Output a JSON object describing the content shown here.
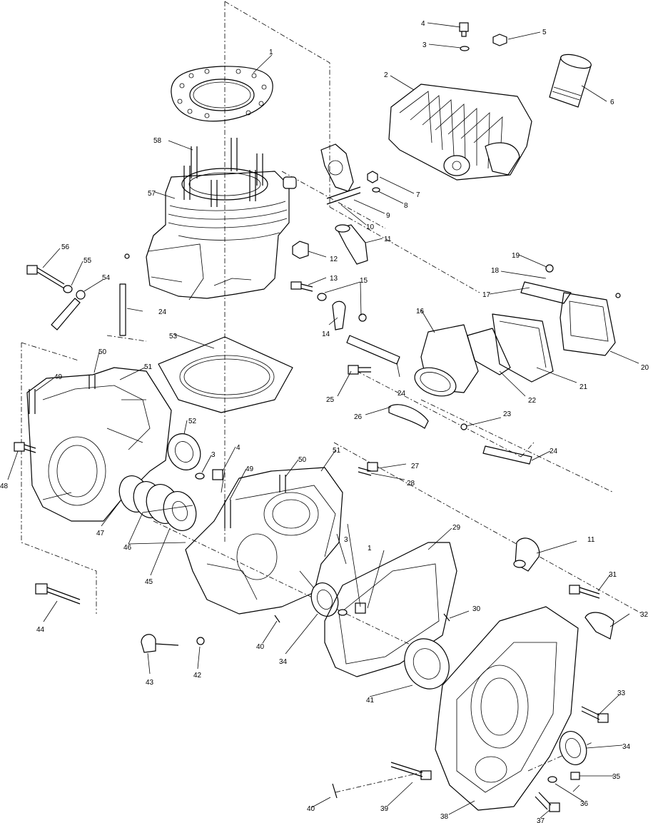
{
  "callouts": [
    {
      "id": "c1a",
      "text": "1"
    },
    {
      "id": "c2",
      "text": "2"
    },
    {
      "id": "c3a",
      "text": "3"
    },
    {
      "id": "c4a",
      "text": "4"
    },
    {
      "id": "c5",
      "text": "5"
    },
    {
      "id": "c6",
      "text": "6"
    },
    {
      "id": "c7",
      "text": "7"
    },
    {
      "id": "c8",
      "text": "8"
    },
    {
      "id": "c9",
      "text": "9"
    },
    {
      "id": "c10",
      "text": "10"
    },
    {
      "id": "c11a",
      "text": "11"
    },
    {
      "id": "c12",
      "text": "12"
    },
    {
      "id": "c13",
      "text": "13"
    },
    {
      "id": "c14",
      "text": "14"
    },
    {
      "id": "c15",
      "text": "15"
    },
    {
      "id": "c16",
      "text": "16"
    },
    {
      "id": "c17",
      "text": "17"
    },
    {
      "id": "c18",
      "text": "18"
    },
    {
      "id": "c19",
      "text": "19"
    },
    {
      "id": "c20",
      "text": "20"
    },
    {
      "id": "c21",
      "text": "21"
    },
    {
      "id": "c22",
      "text": "22"
    },
    {
      "id": "c23",
      "text": "23"
    },
    {
      "id": "c24a",
      "text": "24"
    },
    {
      "id": "c24b",
      "text": "24"
    },
    {
      "id": "c24c",
      "text": "24"
    },
    {
      "id": "c25",
      "text": "25"
    },
    {
      "id": "c26",
      "text": "26"
    },
    {
      "id": "c27",
      "text": "27"
    },
    {
      "id": "c28",
      "text": "28"
    },
    {
      "id": "c29",
      "text": "29"
    },
    {
      "id": "c30",
      "text": "30"
    },
    {
      "id": "c11b",
      "text": "11"
    },
    {
      "id": "c31",
      "text": "31"
    },
    {
      "id": "c32",
      "text": "32"
    },
    {
      "id": "c33",
      "text": "33"
    },
    {
      "id": "c34a",
      "text": "34"
    },
    {
      "id": "c35",
      "text": "35"
    },
    {
      "id": "c36",
      "text": "36"
    },
    {
      "id": "c37",
      "text": "37"
    },
    {
      "id": "c38",
      "text": "38"
    },
    {
      "id": "c39",
      "text": "39"
    },
    {
      "id": "c40a",
      "text": "40"
    },
    {
      "id": "c41",
      "text": "41"
    },
    {
      "id": "c34b",
      "text": "34"
    },
    {
      "id": "c40b",
      "text": "40"
    },
    {
      "id": "c42",
      "text": "42"
    },
    {
      "id": "c43",
      "text": "43"
    },
    {
      "id": "c44",
      "text": "44"
    },
    {
      "id": "c45",
      "text": "45"
    },
    {
      "id": "c46",
      "text": "46"
    },
    {
      "id": "c47",
      "text": "47"
    },
    {
      "id": "c48",
      "text": "48"
    },
    {
      "id": "c49a",
      "text": "49"
    },
    {
      "id": "c50a",
      "text": "50"
    },
    {
      "id": "c51a",
      "text": "51"
    },
    {
      "id": "c52",
      "text": "52"
    },
    {
      "id": "c3b",
      "text": "3"
    },
    {
      "id": "c4b",
      "text": "4"
    },
    {
      "id": "c49b",
      "text": "49"
    },
    {
      "id": "c50b",
      "text": "50"
    },
    {
      "id": "c51b",
      "text": "51"
    },
    {
      "id": "c53",
      "text": "53"
    },
    {
      "id": "c54",
      "text": "54"
    },
    {
      "id": "c55",
      "text": "55"
    },
    {
      "id": "c56",
      "text": "56"
    },
    {
      "id": "c57",
      "text": "57"
    },
    {
      "id": "c58",
      "text": "58"
    },
    {
      "id": "c3c",
      "text": "3"
    },
    {
      "id": "c1b",
      "text": "1"
    }
  ]
}
